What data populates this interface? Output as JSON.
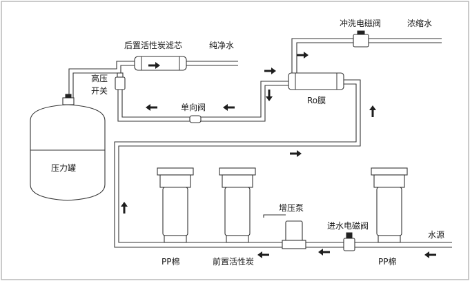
{
  "labels": {
    "post_carbon_filter": "后置活性炭滤芯",
    "pure_water": "纯净水",
    "high_pressure_switch": "高压",
    "high_pressure_switch_2": "开关",
    "check_valve": "单向阀",
    "ro_membrane": "Ro膜",
    "flush_solenoid": "冲洗电磁阀",
    "concentrate_water": "浓缩水",
    "pressure_tank": "压力罐",
    "booster_pump": "增压泵",
    "inlet_solenoid": "进水电磁阀",
    "water_source": "水源",
    "pp_cotton_left": "PP棉",
    "pre_carbon": "前置活性炭",
    "pp_cotton_right": "PP棉"
  },
  "colors": {
    "line": "#333333",
    "frame": "#b8b8b8",
    "arrow": "#1e1e1e",
    "background": "#ffffff"
  },
  "icons": [
    "arrow-right",
    "arrow-left",
    "arrow-up",
    "arrow-down"
  ]
}
